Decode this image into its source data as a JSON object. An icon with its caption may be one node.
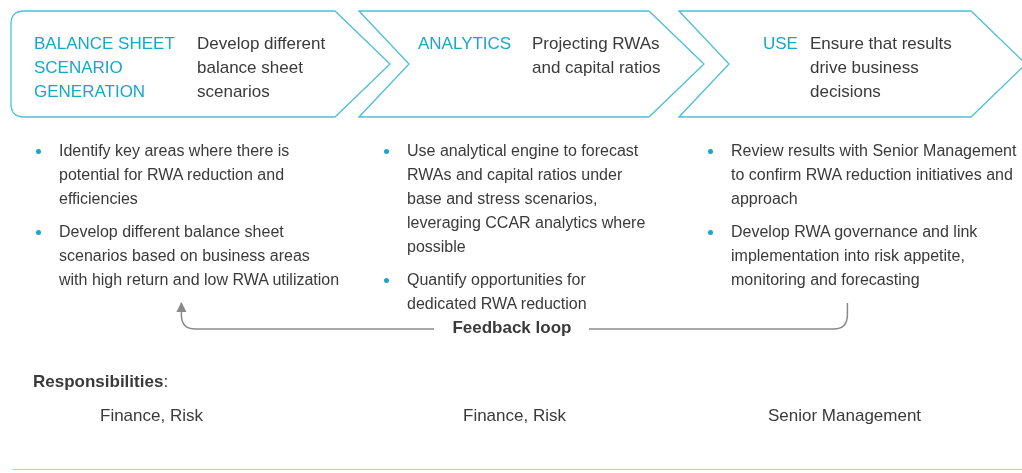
{
  "diagram": {
    "nodes": [
      {
        "text": [
          "BALANCE SHEET SCENARIO GENERATION",
          "Develop different balance sheet scenarios"
        ]
      },
      {
        "text": [
          "ANALYTICS",
          "Projecting RWAs and capital ratios"
        ]
      },
      {
        "text": [
          "USE",
          "Ensure that results drive business decisions"
        ]
      },
      {
        "text": [
          "Identify key areas where there is potential for RWA reduction and efficiencies",
          "Develop different balance sheet scenarios based on business areas with high return and low RWA utilization"
        ]
      },
      {
        "text": [
          "Use analytical engine to forecast RWAs and capital ratios under base and stress scenarios, leveraging CCAR analytics where possible",
          "Quantify opportunities for dedicated RWA reduction"
        ]
      },
      {
        "text": [
          "Review results with Senior Management to confirm RWA reduction initiatives and approach",
          "Develop RWA governance and link implementation into risk appetite, monitoring and forecasting"
        ]
      }
    ],
    "edges": [
      {
        "from": 5,
        "to": 3,
        "arrow": "to",
        "label": "Feedback loop"
      }
    ],
    "labels": [
      "**Responsibilities**:",
      "Finance, Risk",
      "Finance, Risk",
      "Senior Management"
    ]
  }
}
